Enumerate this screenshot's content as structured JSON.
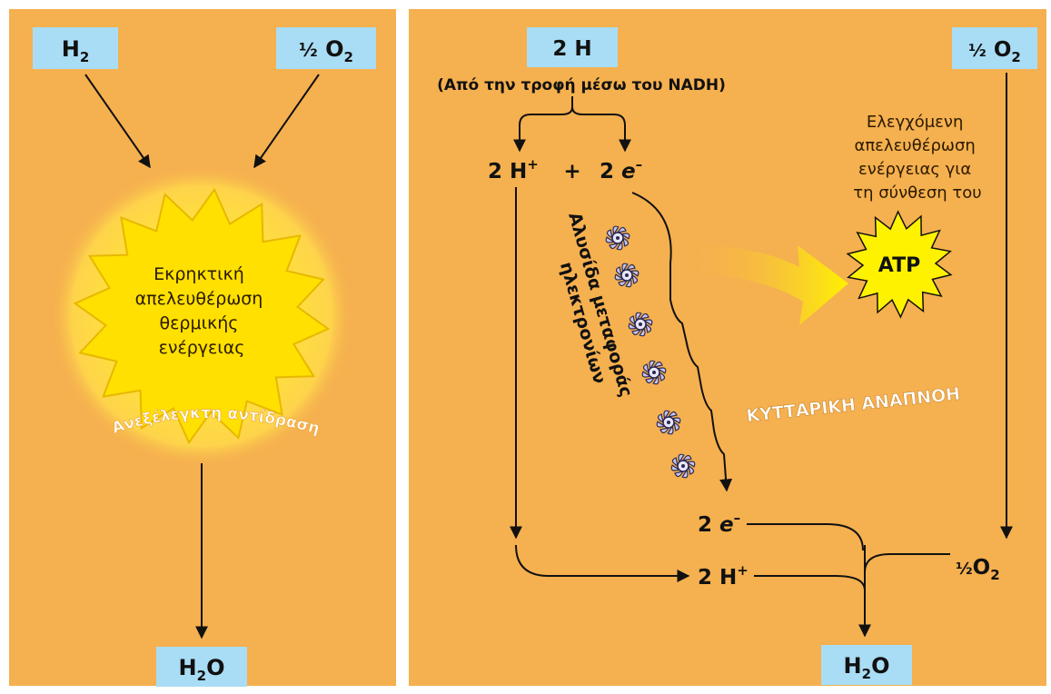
{
  "colors": {
    "panel": "#F5B04F",
    "box": "#A9DDF5",
    "arrow": "#111111",
    "glow": "#FFE23A",
    "text_on_yellow": "#2a1a00",
    "white_label": "#FFFFFF"
  },
  "left_panel": {
    "h2_box": {
      "main": "H",
      "sub": "2"
    },
    "o2_box": {
      "coef": "½",
      "main": " O",
      "sub": "2"
    },
    "explosion_lines": [
      "Εκρηκτική",
      "απελευθέρωση",
      "θερμικής",
      "ενέργειας"
    ],
    "arc_label": "Ανεξέλεγκτη αντίδραση",
    "product_box": {
      "main": "H",
      "sub": "2",
      "tail": "O"
    }
  },
  "right_panel": {
    "h_box": "2 H",
    "source_note": "(Από την τροφή μέσω του NADH)",
    "protons_top": {
      "main": "2 H",
      "sup": "+"
    },
    "plus": "+",
    "electrons_top": {
      "coef": "2 ",
      "main": "e",
      "sup": "–"
    },
    "chain_label": [
      "Αλυσίδα μεταφοράς",
      "ηλεκτρονίων"
    ],
    "controlled_lines": [
      "Ελεγχόμενη",
      "απελευθέρωση",
      "ενέργειας για",
      "τη σύνθεση του"
    ],
    "atp": "ATP",
    "respiration": "ΚΥΤΤΑΡΙΚΗ ΑΝΑΠΝΟΗ",
    "electrons_bottom": {
      "coef": "2 ",
      "main": "e",
      "sup": "–"
    },
    "protons_bottom": {
      "main": "2 H",
      "sup": "+"
    },
    "o2_top_box": {
      "coef": "½",
      "main": " O",
      "sub": "2"
    },
    "o2_bottom": {
      "coef": "½",
      "main": "O",
      "sub": "2"
    },
    "product_box": {
      "main": "H",
      "sub": "2",
      "tail": "O"
    }
  }
}
